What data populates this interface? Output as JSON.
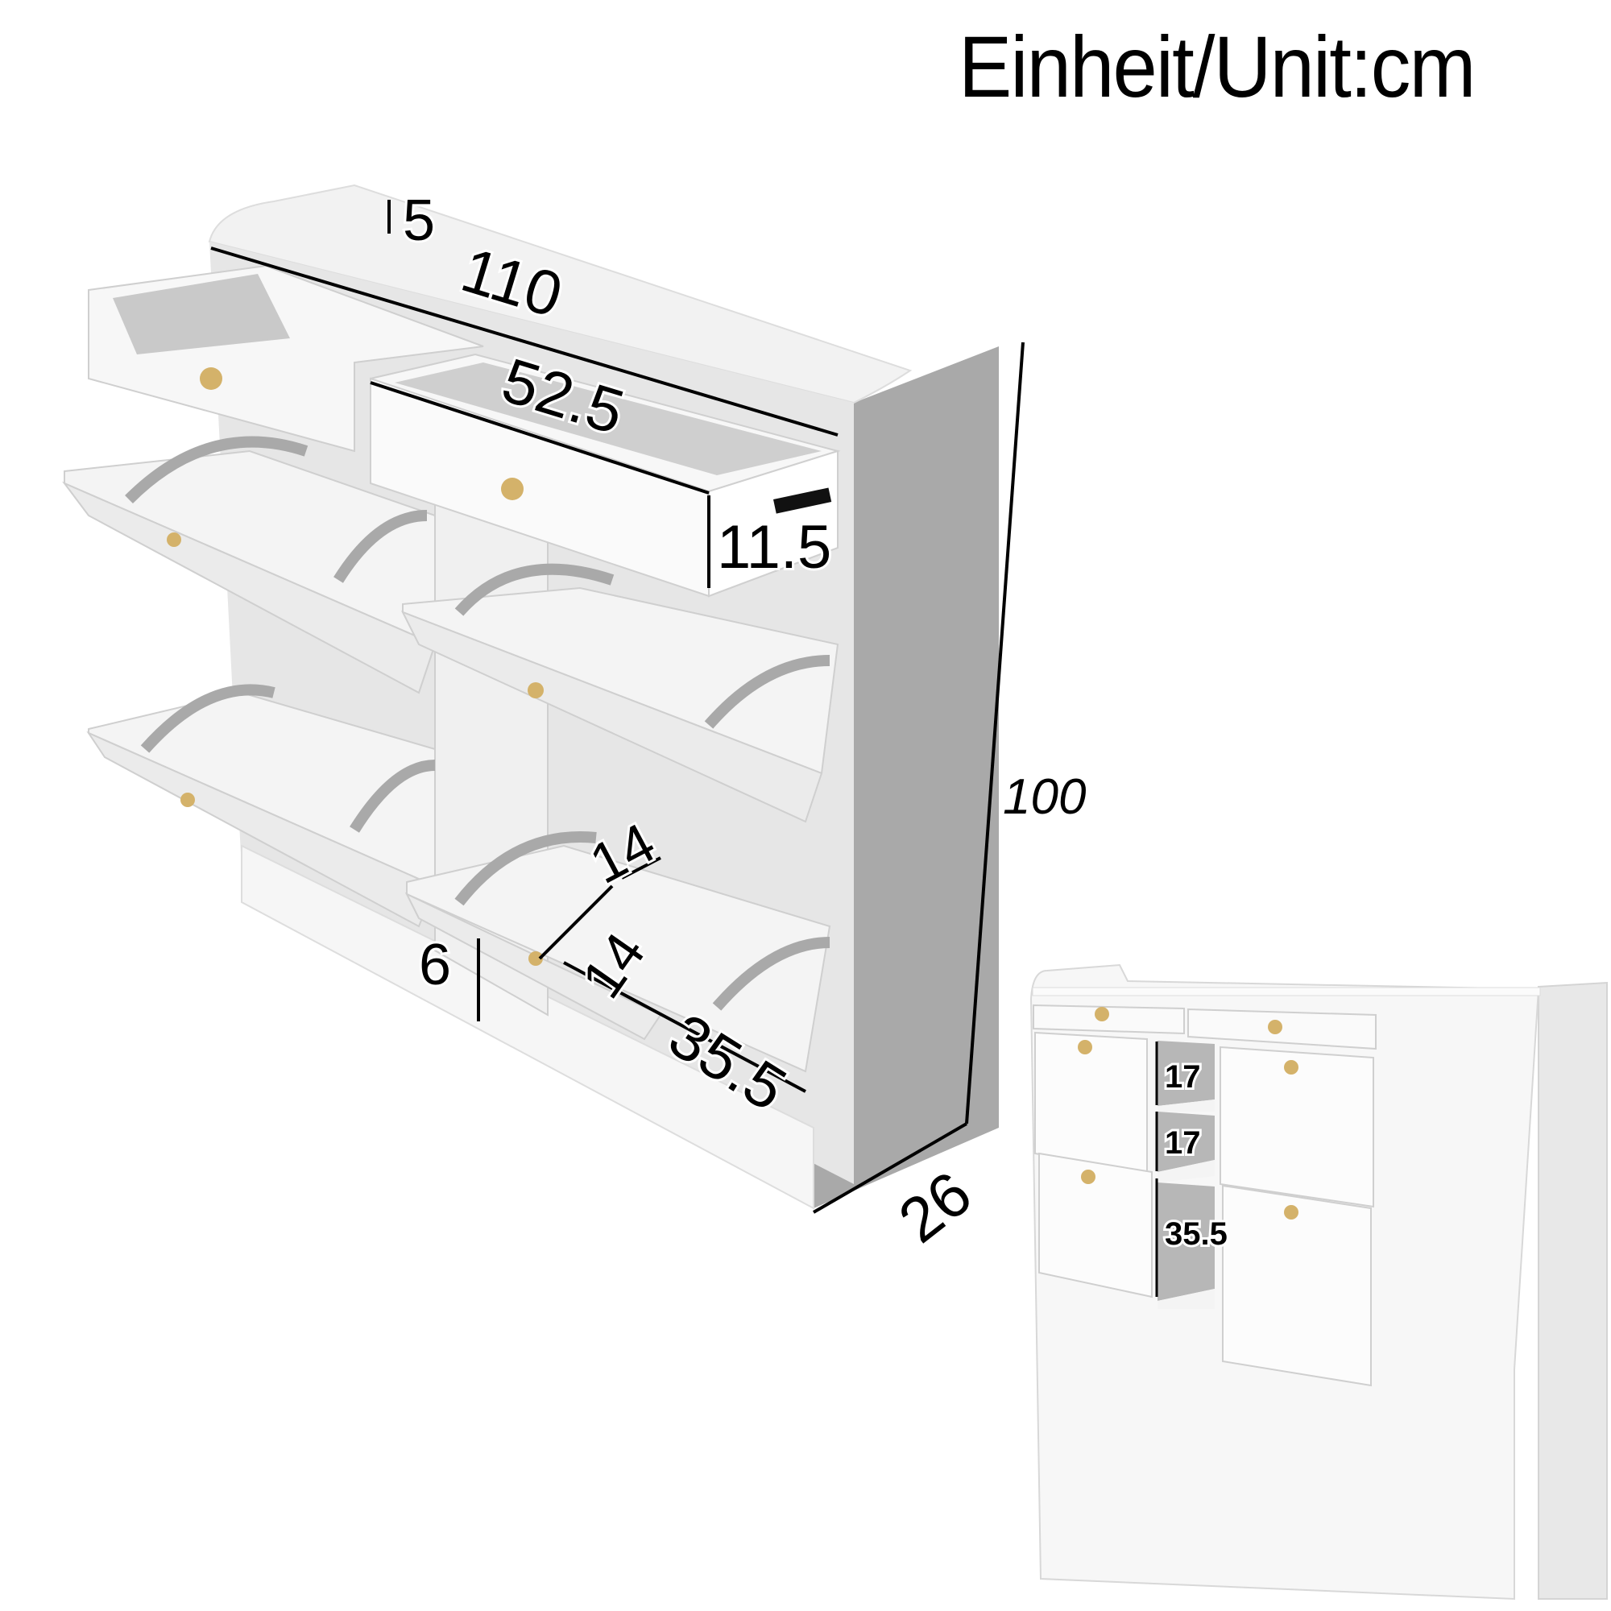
{
  "title": "Einheit/Unit:cm",
  "main_view": {
    "dimensions": {
      "rail_height": "5",
      "total_width": "110",
      "drawer_width": "52.5",
      "drawer_height": "11.5",
      "total_height": "100",
      "depth": "26",
      "flap_width": "35.5",
      "shoe_slot_depth": "14",
      "shoe_slot_height": "14",
      "base_height": "6"
    }
  },
  "front_view": {
    "dimensions": {
      "shelf_1_height": "17",
      "shelf_2_height": "17",
      "shelf_3_height": "35.5"
    }
  },
  "colors": {
    "cabinet": "#f4f4f4",
    "cabinet_shadow": "#a9a9a9",
    "interior": "#c8c8c8",
    "knob": "#d4b26a",
    "line": "#000000"
  }
}
